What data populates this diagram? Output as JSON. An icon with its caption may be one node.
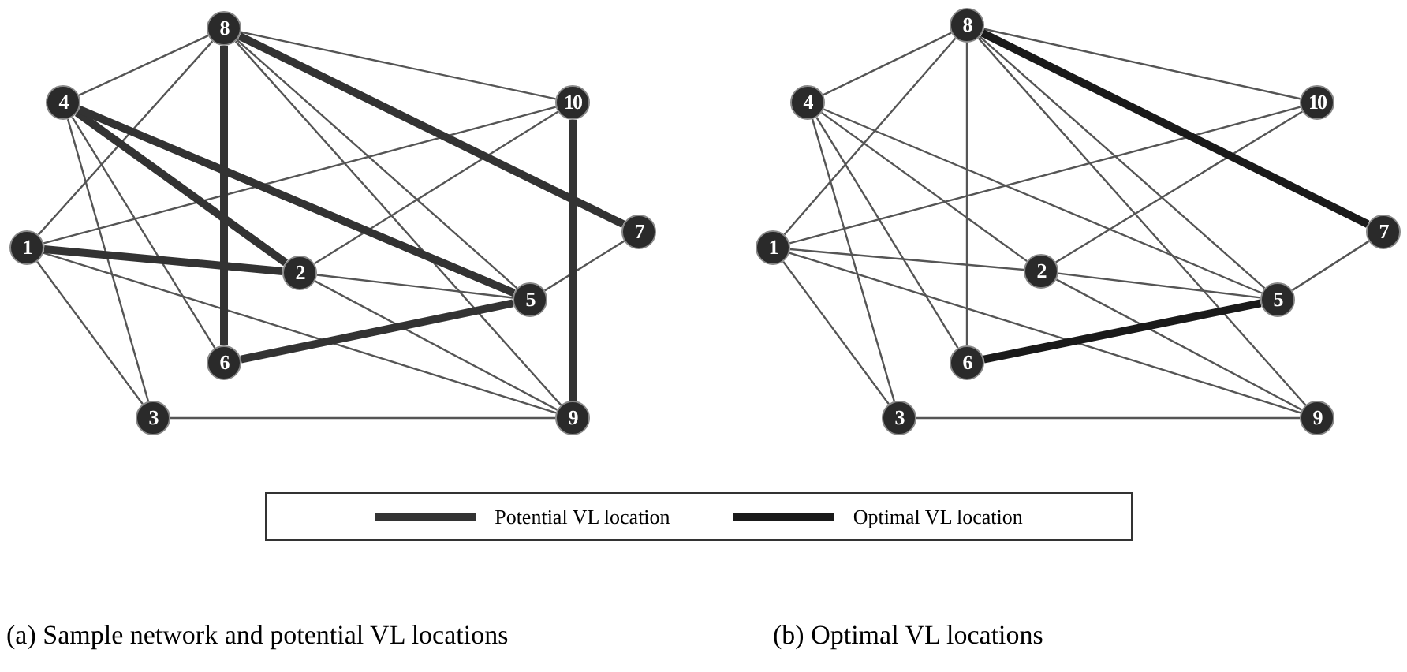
{
  "diagram": {
    "nodes": [
      {
        "text": [
          "8"
        ]
      },
      {
        "text": [
          "4"
        ]
      },
      {
        "text": [
          "10"
        ]
      },
      {
        "text": [
          "1"
        ]
      },
      {
        "text": [
          "7"
        ]
      },
      {
        "text": [
          "2"
        ]
      },
      {
        "text": [
          "5"
        ]
      },
      {
        "text": [
          "6"
        ]
      },
      {
        "text": [
          "3"
        ]
      },
      {
        "text": [
          "9"
        ]
      },
      {
        "text": [
          "8"
        ]
      },
      {
        "text": [
          "4"
        ]
      },
      {
        "text": [
          "10"
        ]
      },
      {
        "text": [
          "1"
        ]
      },
      {
        "text": [
          "7"
        ]
      },
      {
        "text": [
          "2"
        ]
      },
      {
        "text": [
          "5"
        ]
      },
      {
        "text": [
          "6"
        ]
      },
      {
        "text": [
          "3"
        ]
      },
      {
        "text": [
          "9"
        ]
      }
    ],
    "edges": [
      {
        "from": 0,
        "to": 1,
        "arrow": "none"
      },
      {
        "from": 0,
        "to": 3,
        "arrow": "none"
      },
      {
        "from": 0,
        "to": 2,
        "arrow": "none"
      },
      {
        "from": 0,
        "to": 6,
        "arrow": "none"
      },
      {
        "from": 0,
        "to": 9,
        "arrow": "none"
      },
      {
        "from": 1,
        "to": 8,
        "arrow": "none"
      },
      {
        "from": 1,
        "to": 7,
        "arrow": "none"
      },
      {
        "from": 2,
        "to": 3,
        "arrow": "none"
      },
      {
        "from": 2,
        "to": 5,
        "arrow": "none"
      },
      {
        "from": 3,
        "to": 9,
        "arrow": "none"
      },
      {
        "from": 3,
        "to": 8,
        "arrow": "none"
      },
      {
        "from": 5,
        "to": 6,
        "arrow": "none"
      },
      {
        "from": 5,
        "to": 9,
        "arrow": "none"
      },
      {
        "from": 6,
        "to": 4,
        "arrow": "none"
      },
      {
        "from": 8,
        "to": 9,
        "arrow": "none"
      },
      {
        "from": 0,
        "to": 7,
        "arrow": "none",
        "style": "thick",
        "color": "#333333"
      },
      {
        "from": 3,
        "to": 5,
        "arrow": "none",
        "style": "thick",
        "color": "#333333"
      },
      {
        "from": 1,
        "to": 5,
        "arrow": "none",
        "style": "thick",
        "color": "#333333"
      },
      {
        "from": 1,
        "to": 6,
        "arrow": "none",
        "style": "thick",
        "color": "#333333"
      },
      {
        "from": 0,
        "to": 4,
        "arrow": "none",
        "style": "thick",
        "color": "#333333"
      },
      {
        "from": 7,
        "to": 6,
        "arrow": "none",
        "style": "thick",
        "color": "#333333"
      },
      {
        "from": 2,
        "to": 9,
        "arrow": "none",
        "style": "thick",
        "color": "#333333"
      },
      {
        "from": 10,
        "to": 11,
        "arrow": "none"
      },
      {
        "from": 10,
        "to": 13,
        "arrow": "none"
      },
      {
        "from": 10,
        "to": 12,
        "arrow": "none"
      },
      {
        "from": 10,
        "to": 16,
        "arrow": "none"
      },
      {
        "from": 10,
        "to": 19,
        "arrow": "none"
      },
      {
        "from": 11,
        "to": 18,
        "arrow": "none"
      },
      {
        "from": 11,
        "to": 17,
        "arrow": "none"
      },
      {
        "from": 12,
        "to": 13,
        "arrow": "none"
      },
      {
        "from": 12,
        "to": 15,
        "arrow": "none"
      },
      {
        "from": 13,
        "to": 19,
        "arrow": "none"
      },
      {
        "from": 13,
        "to": 18,
        "arrow": "none"
      },
      {
        "from": 15,
        "to": 16,
        "arrow": "none"
      },
      {
        "from": 15,
        "to": 19,
        "arrow": "none"
      },
      {
        "from": 16,
        "to": 14,
        "arrow": "none"
      },
      {
        "from": 18,
        "to": 19,
        "arrow": "none"
      },
      {
        "from": 10,
        "to": 17,
        "arrow": "none"
      },
      {
        "from": 13,
        "to": 15,
        "arrow": "none"
      },
      {
        "from": 11,
        "to": 15,
        "arrow": "none"
      },
      {
        "from": 11,
        "to": 16,
        "arrow": "none"
      },
      {
        "from": 10,
        "to": 14,
        "arrow": "none",
        "style": "thick",
        "color": "#1a1a1a"
      },
      {
        "from": 17,
        "to": 16,
        "arrow": "none",
        "style": "thick",
        "color": "#1a1a1a"
      }
    ],
    "labels": [
      "(a) Sample network and potential VL locations",
      "(b) Optimal VL locations"
    ],
    "legend": [
      {
        "text": "Potential VL location",
        "color": "#333333"
      },
      {
        "text": "Optimal VL location",
        "color": "#1a1a1a"
      }
    ]
  }
}
